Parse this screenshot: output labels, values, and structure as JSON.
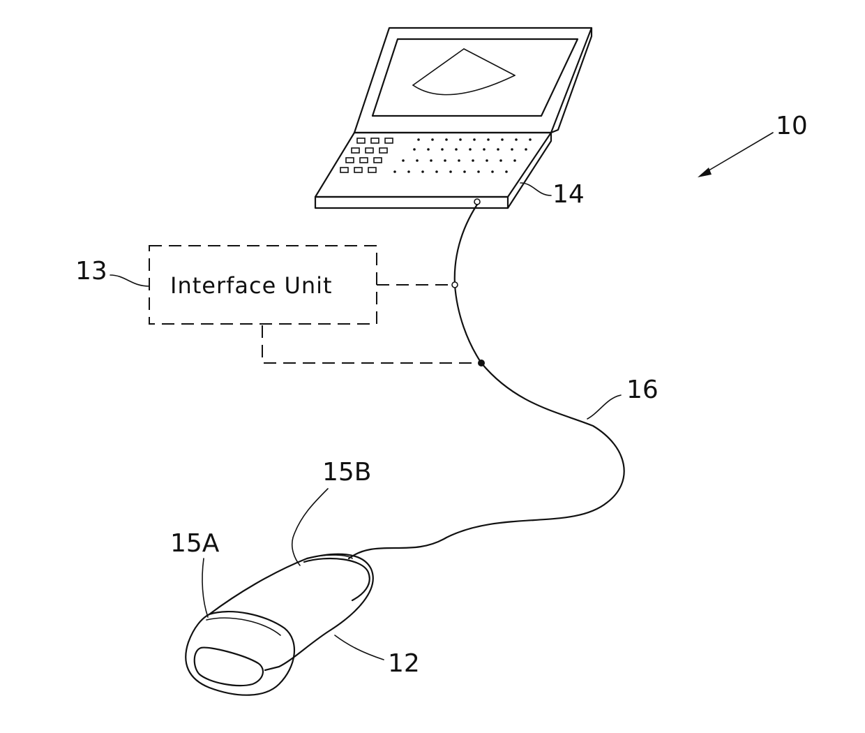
{
  "figure": {
    "labels": {
      "system": "10",
      "laptop": "14",
      "interface_ref": "13",
      "cable": "16",
      "top_cap": "15B",
      "bottom_cap": "15A",
      "probe": "12"
    },
    "interface_box": {
      "text": "Interface Unit"
    }
  }
}
